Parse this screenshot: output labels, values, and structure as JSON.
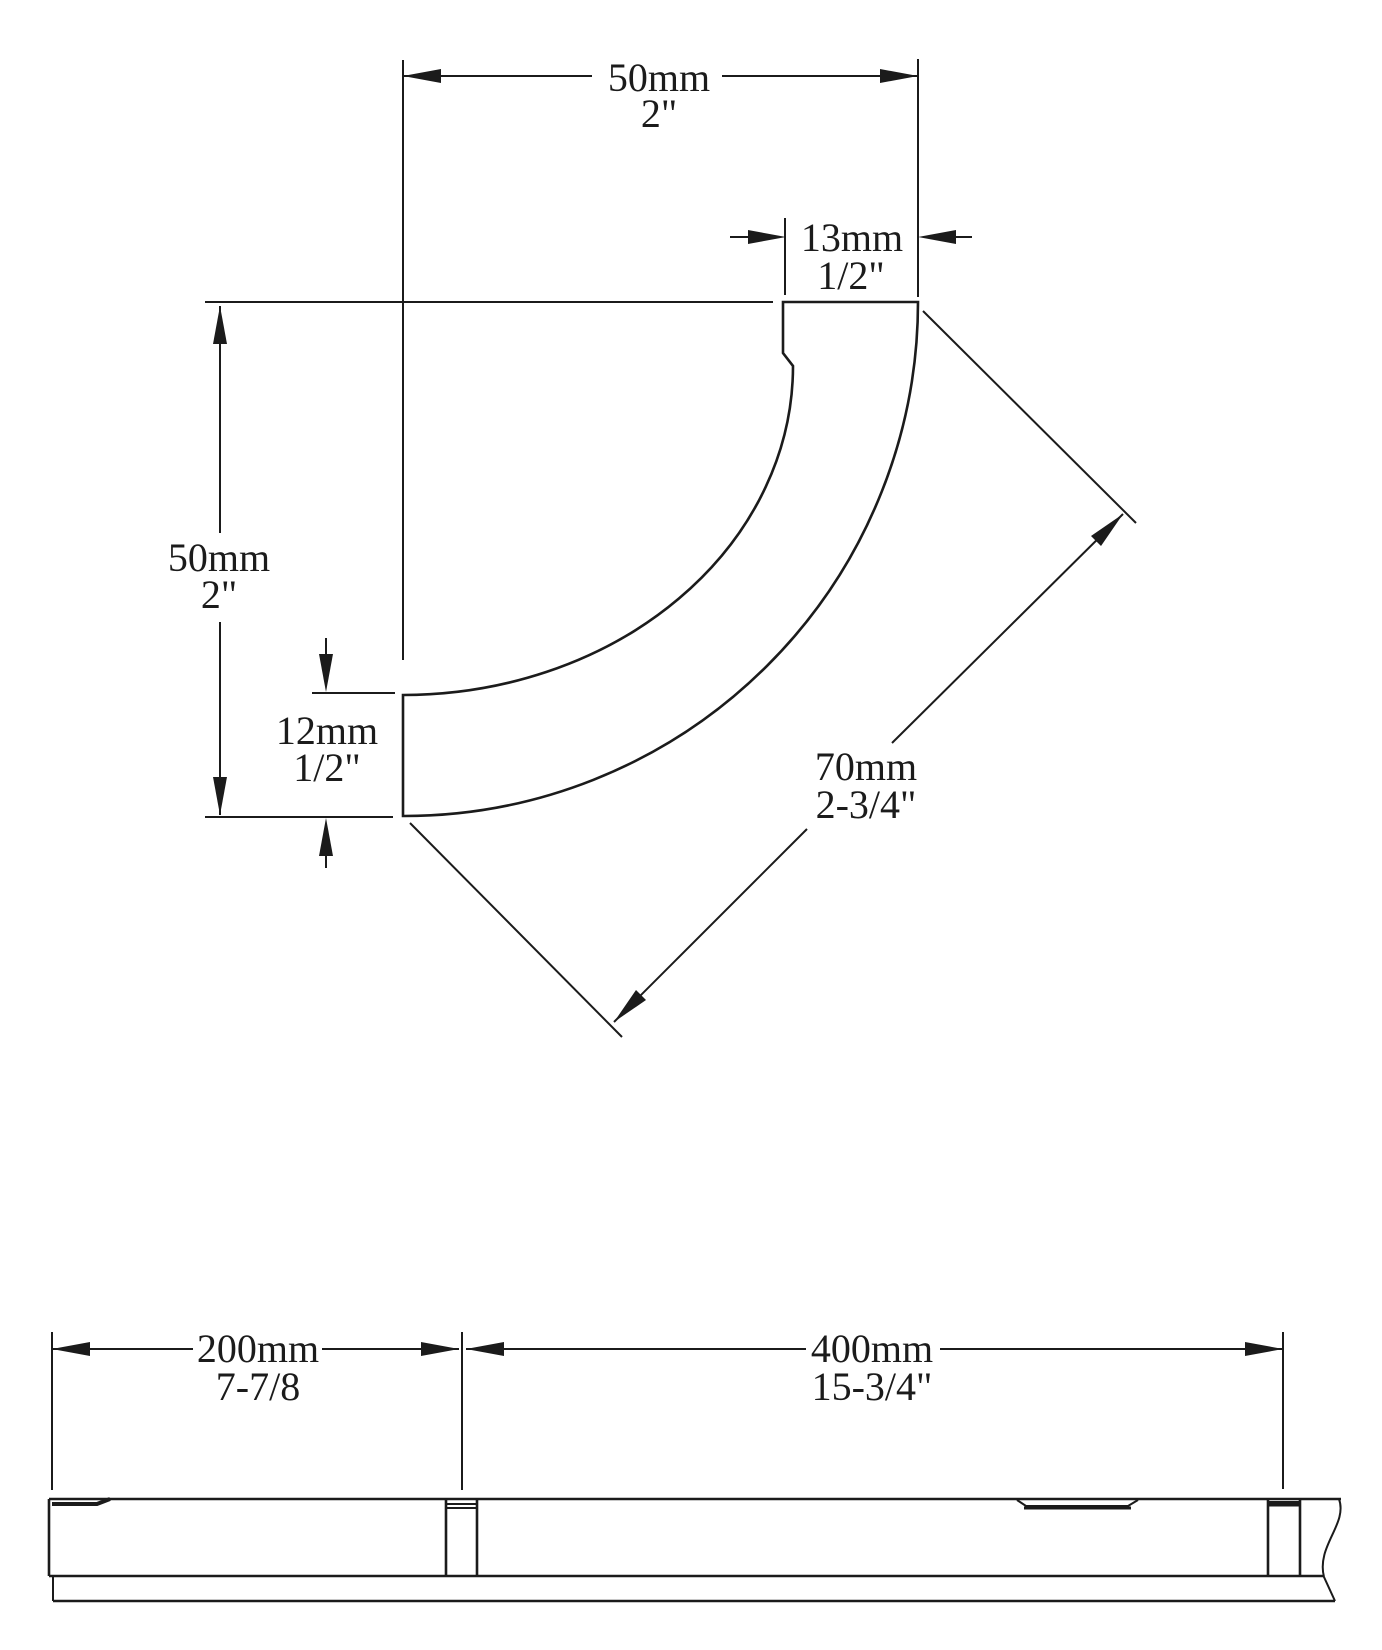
{
  "drawing": {
    "cross_section": {
      "overall_width": {
        "metric": "50mm",
        "imperial": "2\""
      },
      "overall_height": {
        "metric": "50mm",
        "imperial": "2\""
      },
      "top_face": {
        "metric": "13mm",
        "imperial": "1/2\""
      },
      "bottom_face": {
        "metric": "12mm",
        "imperial": "1/2\""
      },
      "diagonal_face": {
        "metric": "70mm",
        "imperial": "2-3/4\""
      }
    },
    "profile_view": {
      "left_section": {
        "metric": "200mm",
        "imperial": "7-7/8"
      },
      "right_section": {
        "metric": "400mm",
        "imperial": "15-3/4\""
      }
    },
    "colors": {
      "line": "#1b1b1b",
      "background": "#ffffff"
    }
  }
}
